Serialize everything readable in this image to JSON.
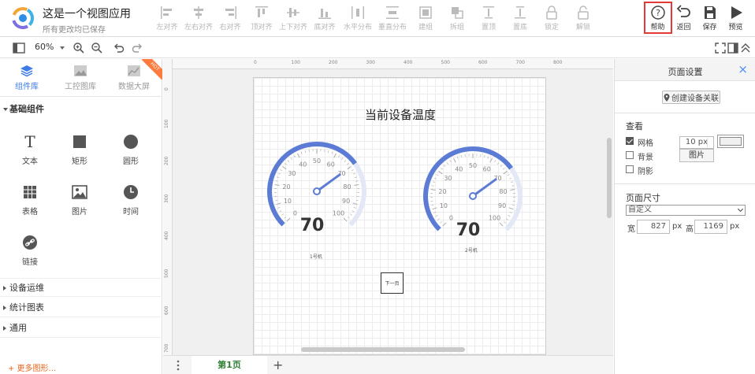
{
  "app": {
    "title": "这是一个视图应用",
    "save_status": "所有更改均已保存"
  },
  "toolbar": {
    "tools": [
      {
        "label": "左对齐",
        "icon": "align-left-icon"
      },
      {
        "label": "左右对齐",
        "icon": "align-center-h-icon"
      },
      {
        "label": "右对齐",
        "icon": "align-right-icon"
      },
      {
        "label": "顶对齐",
        "icon": "align-top-icon"
      },
      {
        "label": "上下对齐",
        "icon": "align-center-v-icon"
      },
      {
        "label": "底对齐",
        "icon": "align-bottom-icon"
      },
      {
        "label": "水平分布",
        "icon": "distribute-h-icon"
      },
      {
        "label": "垂直分布",
        "icon": "distribute-v-icon"
      },
      {
        "label": "建组",
        "icon": "group-icon"
      },
      {
        "label": "拆组",
        "icon": "ungroup-icon"
      },
      {
        "label": "置顶",
        "icon": "bring-front-icon"
      },
      {
        "label": "置底",
        "icon": "send-back-icon"
      },
      {
        "label": "锁定",
        "icon": "lock-icon"
      },
      {
        "label": "解锁",
        "icon": "unlock-icon"
      }
    ],
    "help": "帮助",
    "back": "返回",
    "save": "保存",
    "preview": "预览"
  },
  "subbar": {
    "zoom": "60%"
  },
  "left_panel": {
    "tabs": [
      {
        "label": "组件库",
        "icon": "layers-icon"
      },
      {
        "label": "工控图库",
        "icon": "image-gallery-icon"
      },
      {
        "label": "数据大屏",
        "icon": "dashboard-icon"
      }
    ],
    "hot_badge": "HOT",
    "basic_section": "基础组件",
    "shapes": [
      {
        "label": "文本",
        "icon": "text-icon"
      },
      {
        "label": "矩形",
        "icon": "rectangle-icon"
      },
      {
        "label": "圆形",
        "icon": "circle-icon"
      },
      {
        "label": "表格",
        "icon": "table-icon"
      },
      {
        "label": "图片",
        "icon": "picture-icon"
      },
      {
        "label": "时间",
        "icon": "clock-icon"
      },
      {
        "label": "链接",
        "icon": "link-icon"
      }
    ],
    "sections": [
      "设备运维",
      "统计图表",
      "通用"
    ],
    "more": "+ 更多图形..."
  },
  "rulers": {
    "top": [
      "0",
      "100",
      "200",
      "300",
      "400",
      "500",
      "600",
      "700",
      "800"
    ],
    "left": [
      "0",
      "100",
      "200",
      "300",
      "400",
      "500",
      "600",
      "700"
    ]
  },
  "canvas": {
    "title": "当前设备温度",
    "gauges": [
      {
        "value": "70",
        "caption": "1号机",
        "needle": 70,
        "min": 0,
        "max": 100,
        "ticks": [
          "0",
          "10",
          "20",
          "30",
          "40",
          "50",
          "60",
          "70",
          "80",
          "90",
          "100"
        ]
      },
      {
        "value": "70",
        "caption": "2号机",
        "needle": 70,
        "min": 0,
        "max": 100,
        "ticks": [
          "0",
          "10",
          "20",
          "30",
          "40",
          "50",
          "60",
          "70",
          "80",
          "90",
          "100"
        ]
      }
    ],
    "next_button": "下一页",
    "gauge_color": "#5b7bd5",
    "gauge_track_color": "#e3e8f6"
  },
  "pagebar": {
    "current_page": "第1页",
    "add": "+"
  },
  "right_panel": {
    "title": "页面设置",
    "close": "×",
    "assoc_button": "创建设备关联",
    "view_section": "查看",
    "grid_label": "网格",
    "grid_size": "10 px",
    "background_label": "背景",
    "image_button": "图片",
    "shadow_label": "阴影",
    "size_section": "页面尺寸",
    "size_preset": "自定义",
    "width_label": "宽",
    "width_value": "827",
    "height_label": "高",
    "height_value": "1169",
    "unit": "px"
  },
  "colors": {
    "help_highlight": "#e53935",
    "accent": "#3d7be5",
    "more_link": "#e8661c",
    "page_tab": "#2e7d32"
  }
}
